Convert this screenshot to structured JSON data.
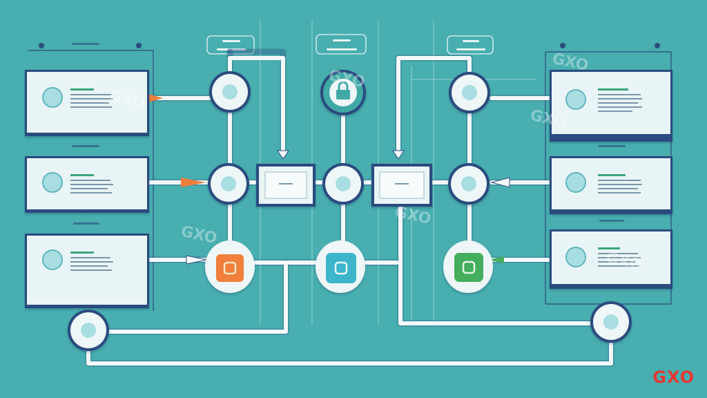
{
  "colors": {
    "background": "#48aeaf",
    "card_frame": "#2c4b7e",
    "card_face": "#e9f4f6",
    "pipe": "#f3f8fa",
    "node_face": "#eef6f8",
    "node_ring": "#2c4b7e",
    "accent_orange": "#ef7f3a",
    "accent_teal": "#3cb6cc",
    "accent_green": "#45ae5c",
    "text_green": "#3aa57a",
    "logo_red": "#e53935"
  },
  "icons": {
    "card_icon": "teal-leaf-globe-icon",
    "node_icon": "leaf-badge-icon",
    "top_node_icon": "lock-badge-icon",
    "orange_icon": "bag-icon",
    "teal_icon": "drop-icon",
    "green_icon": "leaf-icon"
  },
  "watermarks": [
    "GXO",
    "GXO",
    "GXO",
    "GXO",
    "GXO",
    "GXO",
    "GXO"
  ],
  "brand": {
    "logo_text": "GXO"
  }
}
